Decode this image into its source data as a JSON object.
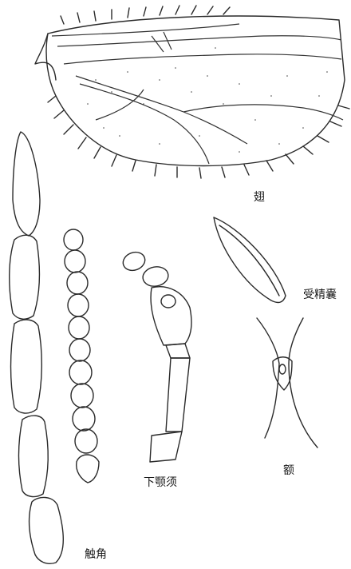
{
  "labels": {
    "wing": "翅",
    "spermatheca": "受精囊",
    "maxillary_palp": "下颚须",
    "frons": "额",
    "antennae": "触角"
  }
}
